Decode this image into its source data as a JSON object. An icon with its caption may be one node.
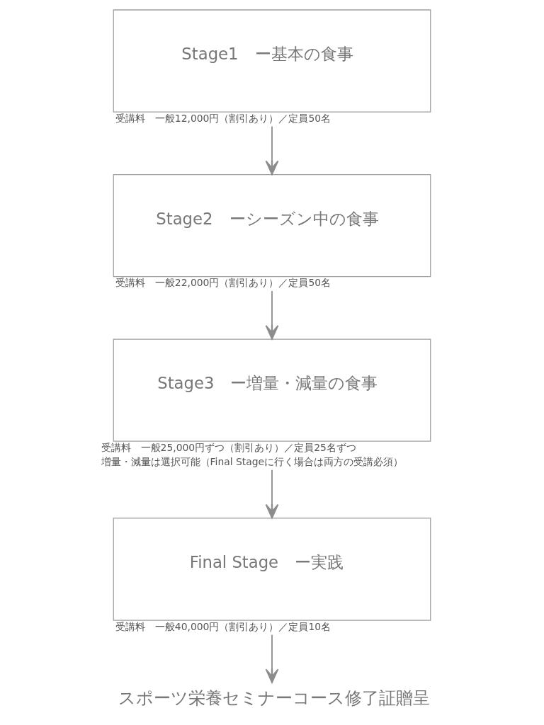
{
  "diagram": {
    "nodes": [
      {
        "text": [
          "Stage1　ー基本の食事"
        ],
        "beside": [
          "受講料　一般12,000円（割引あり）／定員50名"
        ]
      },
      {
        "text": [
          "Stage2　ーシーズン中の食事"
        ],
        "beside": [
          "受講料　一般22,000円（割引あり）／定員50名"
        ]
      },
      {
        "text": [
          "Stage3　ー増量・減量の食事"
        ],
        "beside": [
          "受講料　一般25,000円ずつ（割引あり）／定員25名ずつ",
          "増量・減量は選択可能（Final Stageに行く場合は両方の受講必須）"
        ]
      },
      {
        "text": [
          "Final Stage　ー実践"
        ],
        "beside": [
          "受講料　一般40,000円（割引あり）／定員10名"
        ]
      },
      {
        "text": [
          "スポーツ栄養セミナーコース修了証贈呈"
        ]
      }
    ],
    "edges": [
      {
        "from": 0,
        "to": 1,
        "arrow": "to"
      },
      {
        "from": 1,
        "to": 2,
        "arrow": "to"
      },
      {
        "from": 2,
        "to": 3,
        "arrow": "to"
      },
      {
        "from": 3,
        "to": 4,
        "arrow": "to"
      }
    ]
  }
}
